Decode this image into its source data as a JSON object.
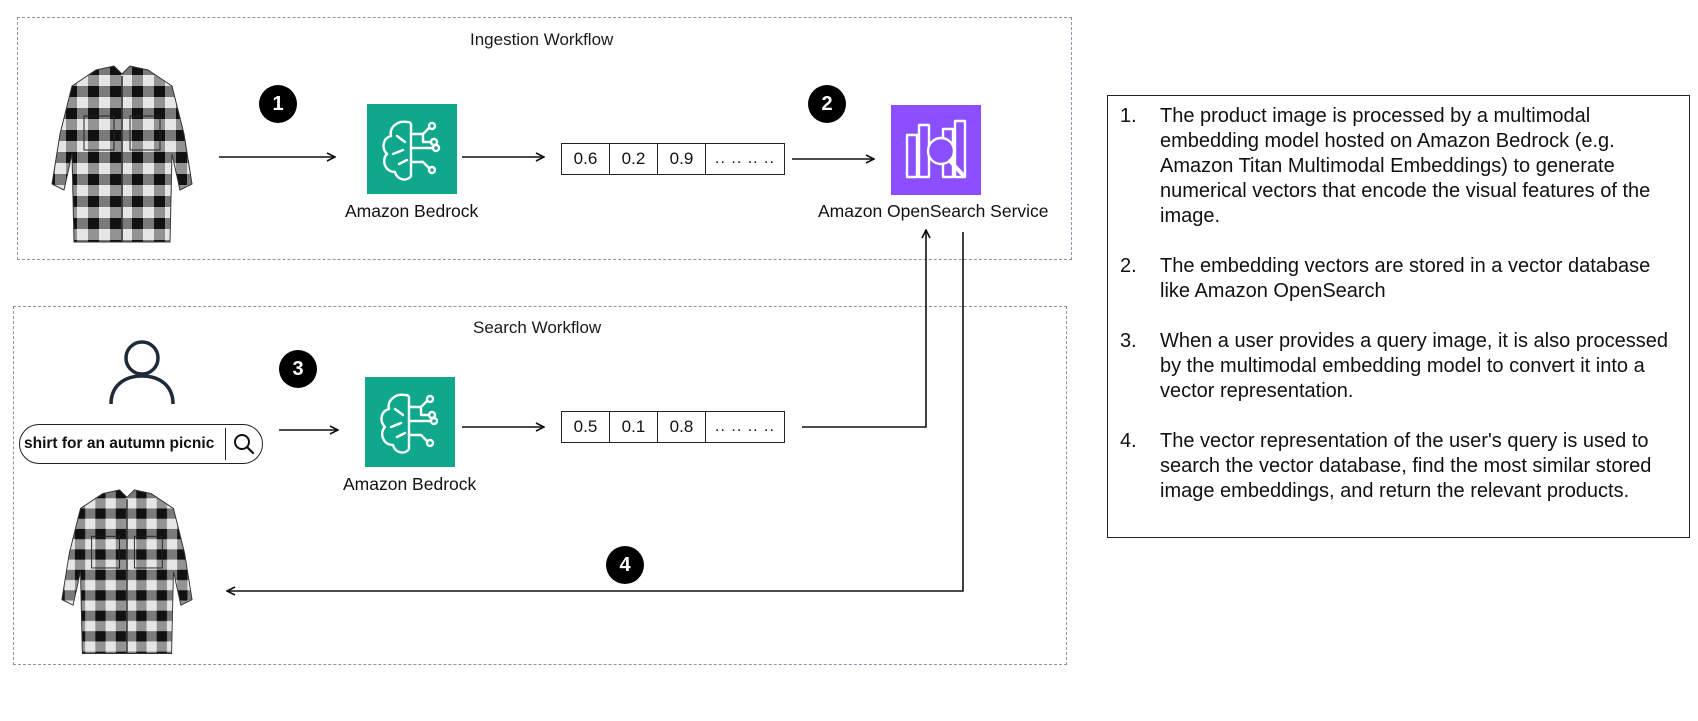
{
  "ingestion": {
    "title": "Ingestion Workflow",
    "bedrock_label": "Amazon Bedrock",
    "opensearch_label": "Amazon OpenSearch Service",
    "vector": [
      "0.6",
      "0.2",
      "0.9",
      ".. .. .. .."
    ],
    "step_badges": [
      "1",
      "2"
    ]
  },
  "search": {
    "title": "Search Workflow",
    "query_text": "shirt for an autumn picnic",
    "bedrock_label": "Amazon Bedrock",
    "vector": [
      "0.5",
      "0.1",
      "0.8",
      ".. .. .. .."
    ],
    "step_badges": [
      "3",
      "4"
    ]
  },
  "notes": [
    {
      "num": "1.",
      "text": "The product image is processed by a multimodal embedding model hosted on Amazon Bedrock (e.g. Amazon Titan Multimodal Embeddings)  to generate numerical vectors that encode the visual features of the image."
    },
    {
      "num": "2.",
      "text": "The embedding vectors are stored in a vector database like Amazon OpenSearch"
    },
    {
      "num": "3.",
      "text": "When a user provides a query image, it is also processed by the multimodal embedding model to convert it into a vector representation."
    },
    {
      "num": "4.",
      "text": "The vector representation of the user's query is used to search the vector database, find the most similar stored image embeddings, and return the relevant products."
    }
  ],
  "colors": {
    "bedrock": "#0fa88c",
    "opensearch": "#8c4fff",
    "dashed_border": "#8a95ad"
  },
  "icons": [
    "plaid-shirt-image",
    "bedrock-brain-icon",
    "opensearch-icon",
    "user-icon",
    "search-icon"
  ]
}
